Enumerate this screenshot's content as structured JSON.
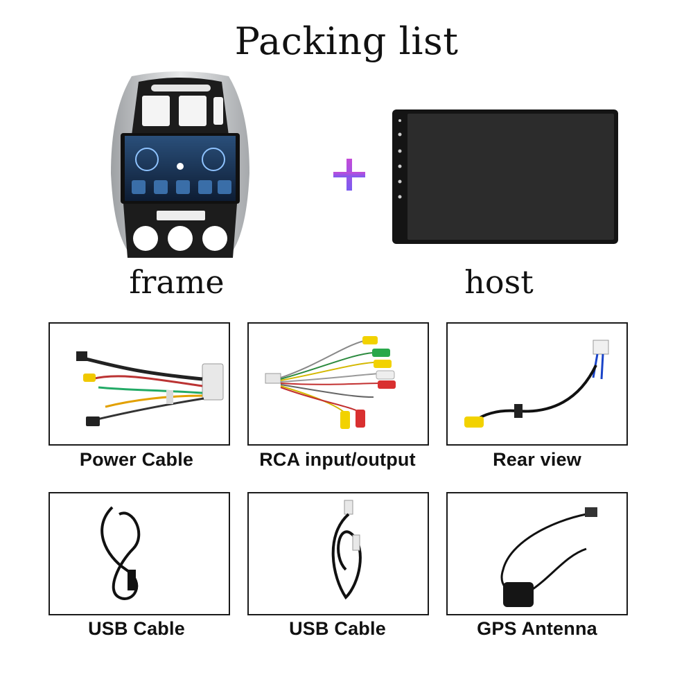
{
  "title": "Packing list",
  "products": {
    "frame_label": "frame",
    "host_label": "host"
  },
  "accessories": [
    {
      "label": "Power Cable",
      "icon": "power-cable-image"
    },
    {
      "label": "RCA input/output",
      "icon": "rca-cable-image"
    },
    {
      "label": "Rear view",
      "icon": "rear-view-cable-image"
    },
    {
      "label": "USB Cable",
      "icon": "usb-cable-image"
    },
    {
      "label": "USB Cable",
      "icon": "usb-cable-image"
    },
    {
      "label": "GPS Antenna",
      "icon": "gps-antenna-image"
    }
  ],
  "colors": {
    "plus_top": "#c44bd8",
    "plus_bottom": "#7a5cf0",
    "screen": "#2b2b2b",
    "frame_silver": "#c9cbcd"
  }
}
